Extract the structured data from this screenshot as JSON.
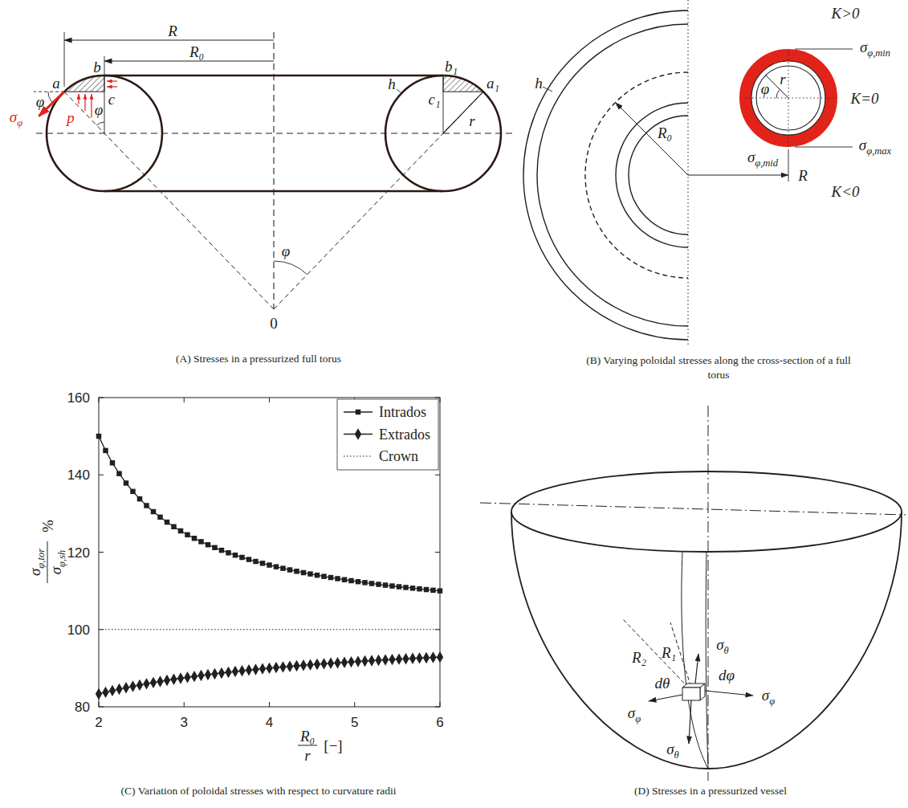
{
  "diagram": {
    "labels": [
      "R",
      "R₀",
      "b",
      "a",
      "φ",
      "p",
      "φ",
      "c",
      "σφ",
      "b₁",
      "c₁",
      "a₁",
      "h",
      "r",
      "φ",
      "0",
      "(A) Stresses in a pressurized full torus",
      "K>0",
      "σφ,min",
      "φ",
      "r",
      "K=0",
      "σφ,max",
      "σφ,mid",
      "R₀",
      "R",
      "K<0",
      "h",
      "(B) Varying poloidal stresses along the cross-section of a full torus",
      "160",
      "140",
      "120",
      "100",
      "80",
      "2",
      "3",
      "4",
      "5",
      "6",
      "σφ,tor",
      "σφ,sh",
      "%",
      "R₀",
      "r",
      "[−]",
      "(C) Variation of poloidal stresses with respect to curvature radii",
      "R₂",
      "R₁",
      "dφ",
      "dθ",
      "σθ",
      "σφ",
      "σφ",
      "σθ",
      "(D) Stresses in a pressurized vessel"
    ],
    "legend": [
      {
        "text": "Intrados"
      },
      {
        "text": "Extrados"
      },
      {
        "text": "Crown"
      }
    ]
  }
}
